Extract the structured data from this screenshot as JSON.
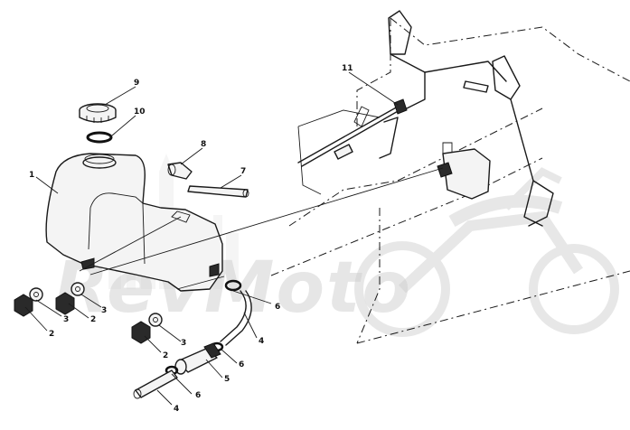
{
  "watermark": {
    "text": "RevMoto"
  },
  "callouts": [
    {
      "id": "c1",
      "label": "1"
    },
    {
      "id": "c2a",
      "label": "2"
    },
    {
      "id": "c2b",
      "label": "2"
    },
    {
      "id": "c2c",
      "label": "2"
    },
    {
      "id": "c3a",
      "label": "3"
    },
    {
      "id": "c3b",
      "label": "3"
    },
    {
      "id": "c3c",
      "label": "3"
    },
    {
      "id": "c4a",
      "label": "4"
    },
    {
      "id": "c4b",
      "label": "4"
    },
    {
      "id": "c5",
      "label": "5"
    },
    {
      "id": "c6a",
      "label": "6"
    },
    {
      "id": "c6b",
      "label": "6"
    },
    {
      "id": "c6c",
      "label": "6"
    },
    {
      "id": "c7",
      "label": "7"
    },
    {
      "id": "c8",
      "label": "8"
    },
    {
      "id": "c9",
      "label": "9"
    },
    {
      "id": "c10",
      "label": "10"
    },
    {
      "id": "c11",
      "label": "11"
    }
  ]
}
